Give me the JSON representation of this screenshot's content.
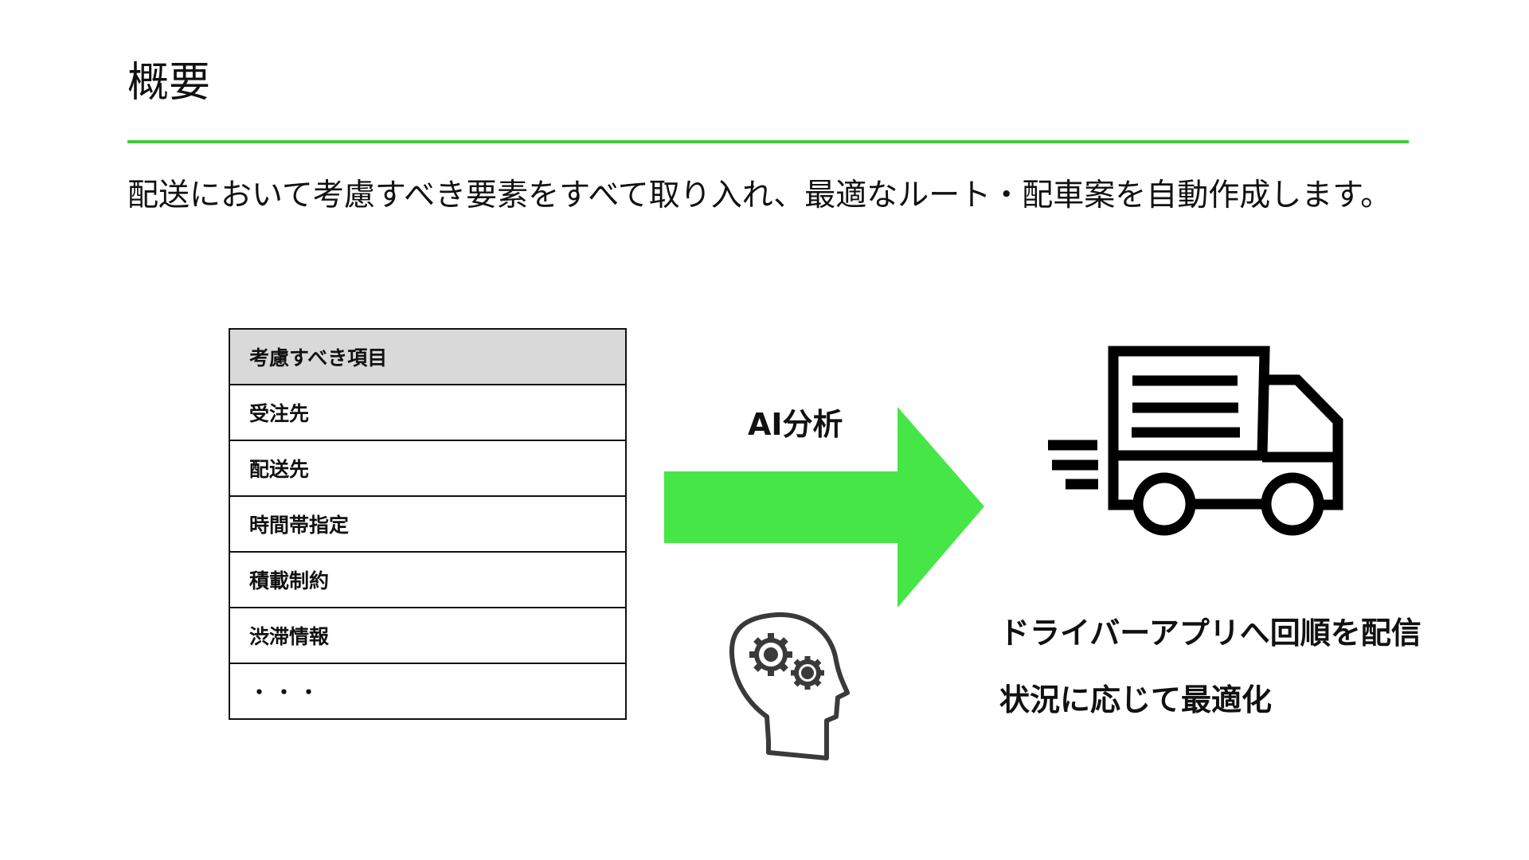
{
  "title": "概要",
  "description": "配送において考慮すべき要素をすべて取り入れ、最適なルート・配車案を自動作成します。",
  "table": {
    "header": "考慮すべき項目",
    "rows": [
      "受注先",
      "配送先",
      "時間帯指定",
      "積載制約",
      "渋滞情報",
      "・・・"
    ]
  },
  "arrow_label": "AI分析",
  "results": [
    "ドライバーアプリへ回順を配信",
    "状況に応じて最適化"
  ],
  "colors": {
    "accent": "#3fcc3f",
    "arrow": "#46e646",
    "header_bg": "#d9d9d9"
  },
  "icons": [
    "arrow-right-icon",
    "brain-gears-icon",
    "delivery-truck-icon"
  ]
}
